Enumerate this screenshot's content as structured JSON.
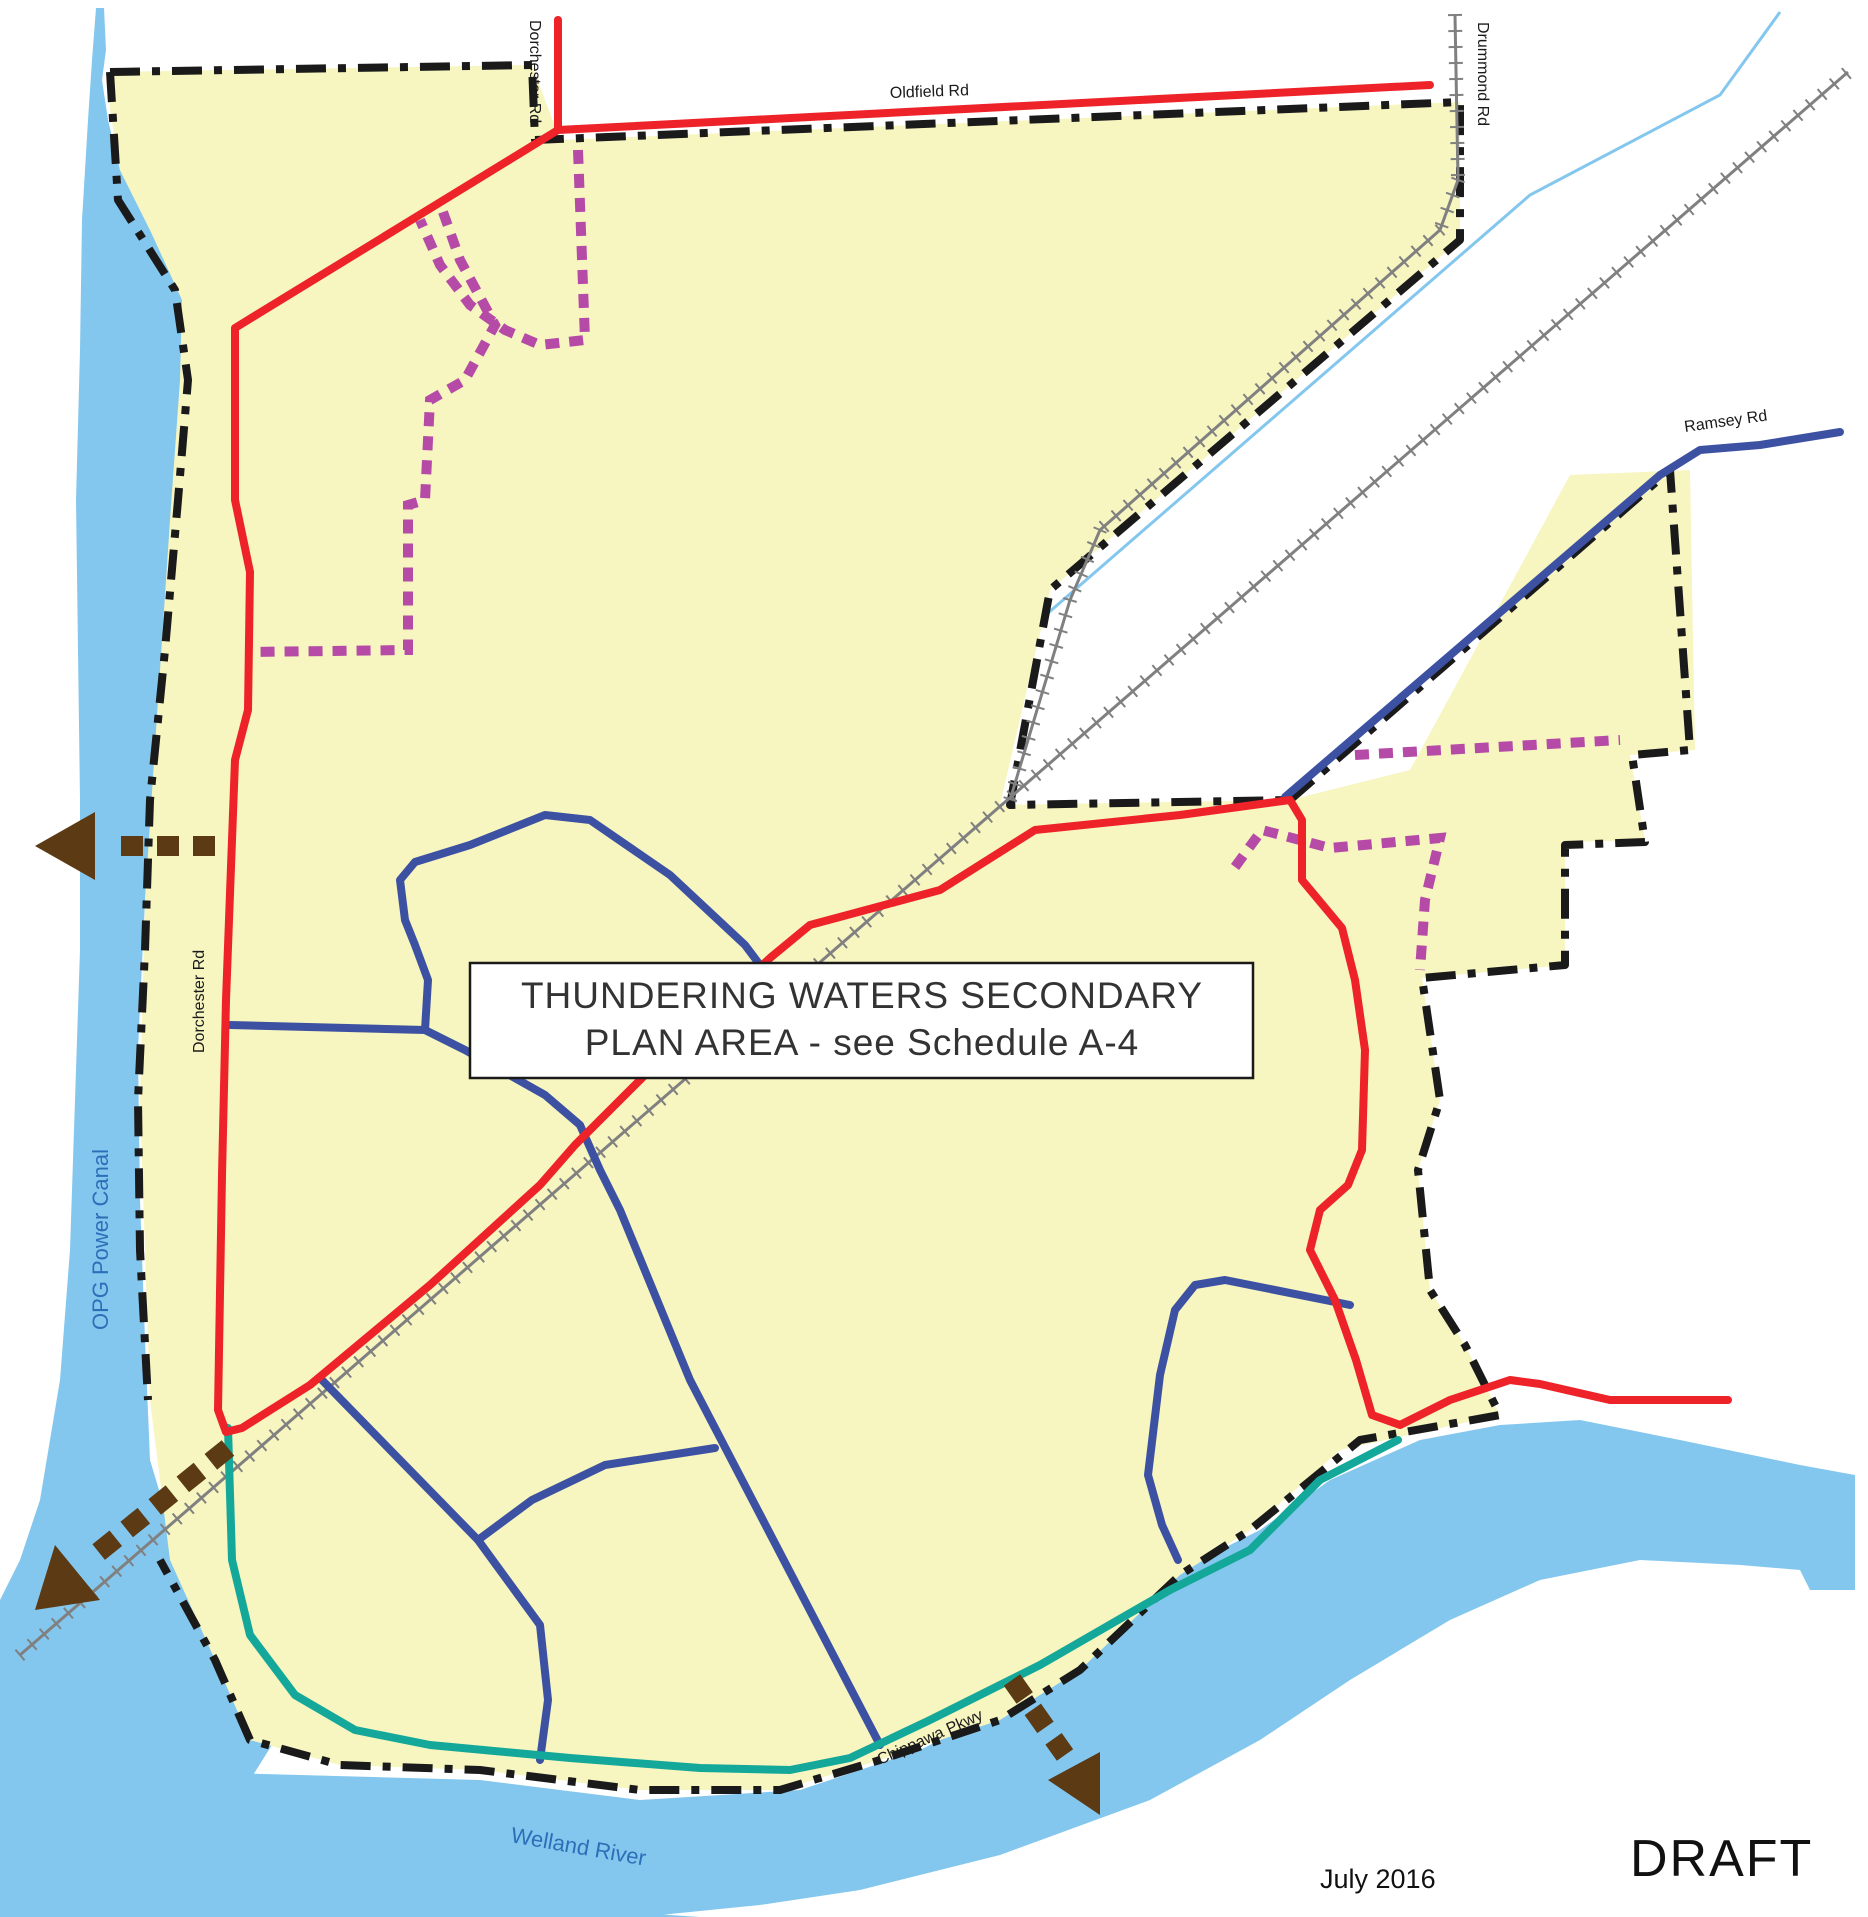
{
  "map": {
    "callout": {
      "line1": "THUNDERING WATERS SECONDARY",
      "line2": "PLAN AREA - see Schedule A-4"
    },
    "road_labels": {
      "oldfield": "Oldfield Rd",
      "dorchester_north": "Dorchester Rd",
      "drummond": "Drummond Rd",
      "ramsey": "Ramsey Rd",
      "dorchester_west": "Dorchester Rd",
      "chippawa": "Chippawa Pkwy"
    },
    "water_labels": {
      "canal": "OPG Power Canal",
      "river": "Welland River"
    },
    "date": "July 2016",
    "status": "DRAFT",
    "colors": {
      "study_area_fill": "#f7f5c0",
      "water": "#84c7ee",
      "arterial_road": "#ee2229",
      "collector_road": "#3d51a3",
      "parkway": "#14a89a",
      "trail": "#b54ba6",
      "railway": "#808080",
      "boundary": "#1a1a1a",
      "access_arrow": "#5b3a14"
    }
  }
}
